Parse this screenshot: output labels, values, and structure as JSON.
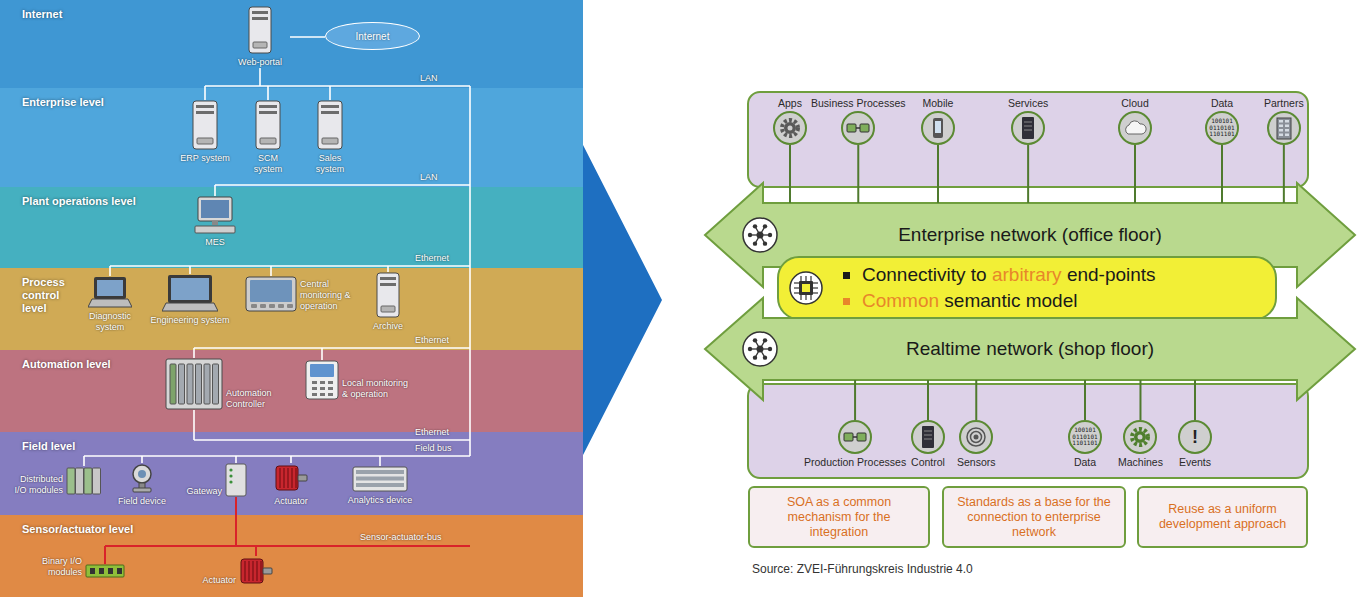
{
  "diagram": {
    "caption": "Source: ZVEI-Führungskreis Industrie 4.0",
    "nodes": [
      {
        "text": [
          "Internet"
        ]
      },
      {
        "text": [
          "Internet"
        ],
        "in": 0
      },
      {
        "text": [
          "Web-portal"
        ],
        "in": 0
      },
      {
        "text": [
          "Enterprise level"
        ]
      },
      {
        "text": [
          "ERP system"
        ],
        "in": 3
      },
      {
        "text": [
          "SCM system"
        ],
        "in": 3
      },
      {
        "text": [
          "Sales system"
        ],
        "in": 3
      },
      {
        "text": [
          "Plant operations level"
        ]
      },
      {
        "text": [
          "MES"
        ],
        "in": 7
      },
      {
        "text": [
          "Process control level"
        ]
      },
      {
        "text": [
          "Diagnostic system"
        ],
        "in": 9
      },
      {
        "text": [
          "Engineering system"
        ],
        "in": 9
      },
      {
        "text": [
          "Central monitoring & operation"
        ],
        "in": 9
      },
      {
        "text": [
          "Archive"
        ],
        "in": 9
      },
      {
        "text": [
          "Automation level"
        ]
      },
      {
        "text": [
          "Automation Controller"
        ],
        "in": 14
      },
      {
        "text": [
          "Local monitoring & operation"
        ],
        "in": 14
      },
      {
        "text": [
          "Field level"
        ]
      },
      {
        "text": [
          "Distributed I/O modules"
        ],
        "in": 17
      },
      {
        "text": [
          "Field device"
        ],
        "in": 17
      },
      {
        "text": [
          "Gateway"
        ],
        "in": 17
      },
      {
        "text": [
          "Actuator"
        ],
        "in": 17
      },
      {
        "text": [
          "Analytics device"
        ],
        "in": 17
      },
      {
        "text": [
          "Sensor/actuator level"
        ]
      },
      {
        "text": [
          "Binary I/O modules"
        ],
        "in": 23
      },
      {
        "text": [
          "Actuator"
        ],
        "in": 23
      },
      {
        "text": [
          "Apps"
        ]
      },
      {
        "text": [
          "Business Processes"
        ]
      },
      {
        "text": [
          "Mobile"
        ]
      },
      {
        "text": [
          "Services"
        ]
      },
      {
        "text": [
          "Cloud"
        ]
      },
      {
        "text": [
          "Data"
        ]
      },
      {
        "text": [
          "Partners"
        ]
      },
      {
        "text": [
          "Enterprise network (office floor)"
        ]
      },
      {
        "text": [
          "Connectivity to arbitrary end-points",
          "Common semantic model"
        ]
      },
      {
        "text": [
          "Realtime network (shop floor)"
        ]
      },
      {
        "text": [
          "Production Processes"
        ]
      },
      {
        "text": [
          "Control"
        ]
      },
      {
        "text": [
          "Sensors"
        ]
      },
      {
        "text": [
          "Data"
        ]
      },
      {
        "text": [
          "Machines"
        ]
      },
      {
        "text": [
          "Events"
        ]
      },
      {
        "text": [
          "SOA as a common mechanism for the integration"
        ]
      },
      {
        "text": [
          "Standards as a base for the connection to enterprise network"
        ]
      },
      {
        "text": [
          "Reuse as a uniform development approach"
        ]
      }
    ],
    "edges": [
      {
        "from": 2,
        "to": 1,
        "arrow": "none"
      },
      {
        "from": 26,
        "to": 33,
        "arrow": "none"
      },
      {
        "from": 27,
        "to": 33,
        "arrow": "none"
      },
      {
        "from": 28,
        "to": 33,
        "arrow": "none"
      },
      {
        "from": 29,
        "to": 33,
        "arrow": "none"
      },
      {
        "from": 30,
        "to": 33,
        "arrow": "none"
      },
      {
        "from": 31,
        "to": 33,
        "arrow": "none"
      },
      {
        "from": 32,
        "to": 33,
        "arrow": "none"
      },
      {
        "from": 36,
        "to": 35,
        "arrow": "none"
      },
      {
        "from": 37,
        "to": 35,
        "arrow": "none"
      },
      {
        "from": 38,
        "to": 35,
        "arrow": "none"
      },
      {
        "from": 39,
        "to": 35,
        "arrow": "none"
      },
      {
        "from": 40,
        "to": 35,
        "arrow": "none"
      },
      {
        "from": 41,
        "to": 35,
        "arrow": "none"
      }
    ],
    "labels": [
      "LAN",
      "LAN",
      "Ethernet",
      "Ethernet",
      "Ethernet",
      "Field bus",
      "Sensor-actuator-bus",
      "100101",
      "0110101",
      "1101101",
      "100101",
      "0110101",
      "1101101",
      "!"
    ]
  }
}
